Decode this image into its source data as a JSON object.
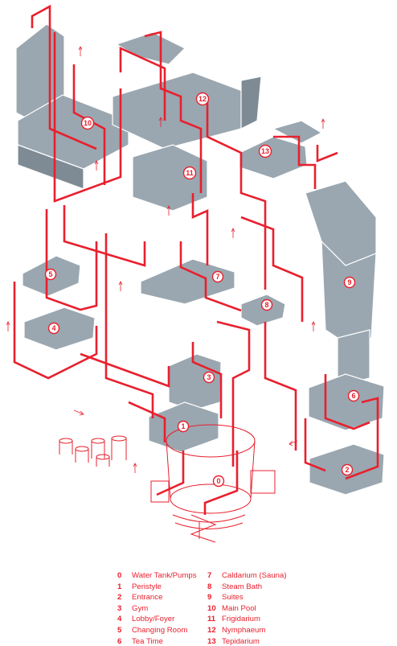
{
  "legend": {
    "items": [
      {
        "num": "0",
        "label": "Water Tank/Pumps"
      },
      {
        "num": "7",
        "label": "Caldarium (Sauna)"
      },
      {
        "num": "1",
        "label": "Peristyle"
      },
      {
        "num": "8",
        "label": "Steam Bath"
      },
      {
        "num": "2",
        "label": "Entrance"
      },
      {
        "num": "9",
        "label": "Suites"
      },
      {
        "num": "3",
        "label": "Gym"
      },
      {
        "num": "10",
        "label": "Main Pool"
      },
      {
        "num": "4",
        "label": "Lobby/Foyer"
      },
      {
        "num": "11",
        "label": "Frigidarium"
      },
      {
        "num": "5",
        "label": "Changing Room"
      },
      {
        "num": "12",
        "label": "Nymphaeum"
      },
      {
        "num": "6",
        "label": "Tea Time"
      },
      {
        "num": "13",
        "label": "Tepidarium"
      }
    ]
  },
  "badges": {
    "b0": "0",
    "b1": "1",
    "b2": "2",
    "b3": "3",
    "b4": "4",
    "b5": "5",
    "b6": "6",
    "b7": "7",
    "b8": "8",
    "b9": "9",
    "b10": "10",
    "b11": "11",
    "b12": "12",
    "b13": "13"
  },
  "colors": {
    "pipe": "#e8202e",
    "slab": "#9aa7b0",
    "background": "#ffffff"
  }
}
